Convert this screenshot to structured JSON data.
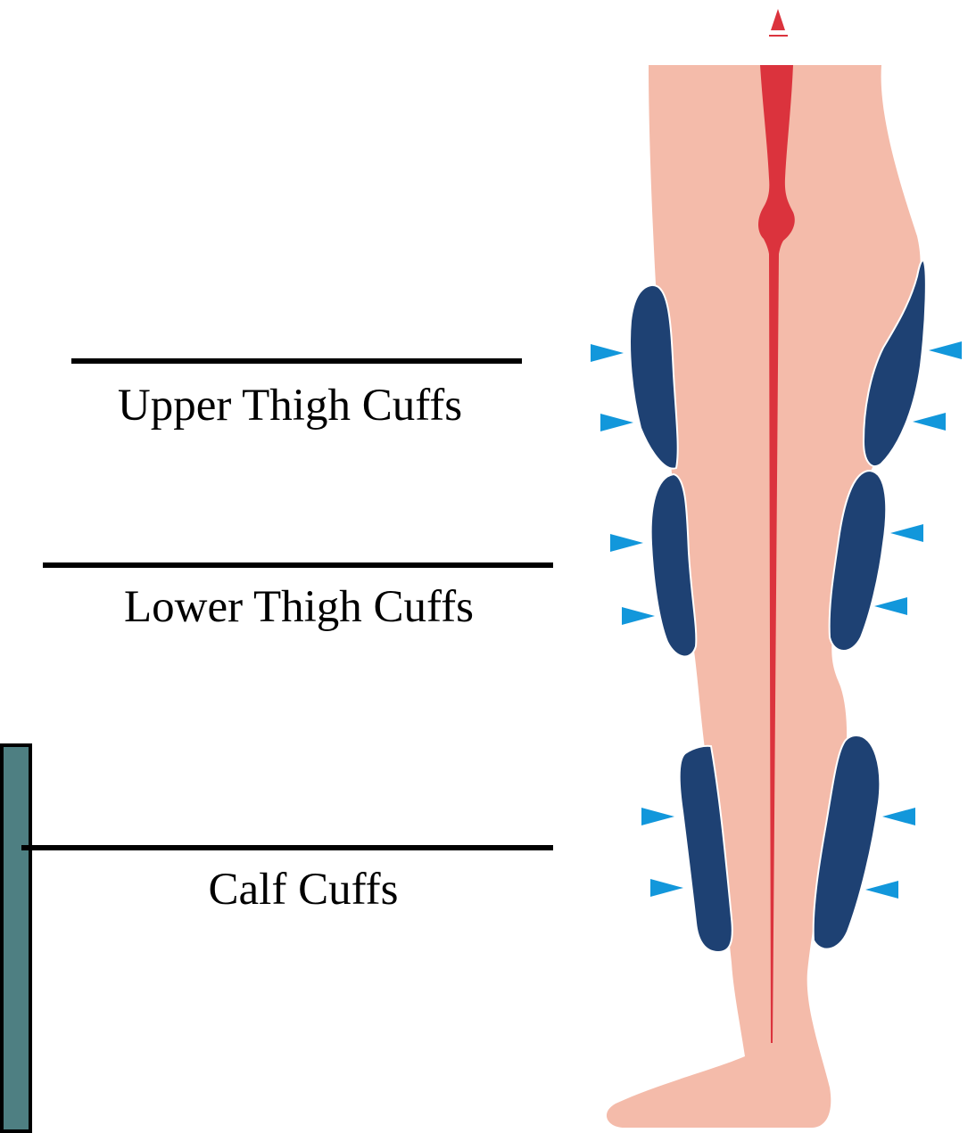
{
  "labels": {
    "upper_thigh": "Upper Thigh Cuffs",
    "lower_thigh": "Lower Thigh Cuffs",
    "calf": "Calf Cuffs"
  },
  "colors": {
    "skin": "#F4BBAA",
    "artery": "#DB333D",
    "cuff": "#1E4173",
    "arrow": "#1297DB",
    "line": "#000000",
    "side_panel": "#4E7F82"
  }
}
